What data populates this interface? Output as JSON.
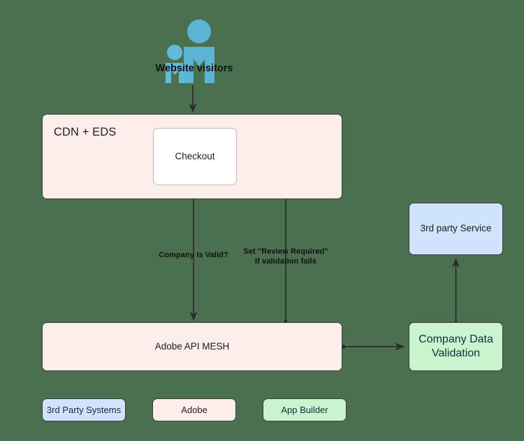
{
  "diagram": {
    "title": "Checkout company validation architecture",
    "background_color": "#4a7050",
    "actor": {
      "icon": "website-visitors-people-icon",
      "caption_line1": "Website",
      "caption_line2": "visitors",
      "icon_color": "#5bb4d6"
    },
    "groups": [
      {
        "id": "cdn",
        "label": "CDN + EDS",
        "fill": "#fdeeeb",
        "stroke": "#3b3b3b"
      }
    ],
    "nodes": [
      {
        "id": "checkout",
        "label": "Checkout",
        "fill": "#ffffff",
        "stroke": "#c8b6b2",
        "group": "cdn"
      },
      {
        "id": "mesh",
        "label": "Adobe API MESH",
        "fill": "#fdeeeb",
        "stroke": "#3b3b3b"
      },
      {
        "id": "third_party_service",
        "label": "3rd party Service",
        "fill": "#d0e3fc",
        "stroke": "#3b3b3b"
      },
      {
        "id": "company_data_validation",
        "label_line1": "Company Data",
        "label_line2": "Validation",
        "fill": "#c8f5cd",
        "stroke": "#3b3b3b"
      }
    ],
    "edges": [
      {
        "id": "visitors-to-cdn",
        "from": "visitors",
        "to": "cdn",
        "label": "",
        "direction": "down"
      },
      {
        "id": "checkout-mesh-validate",
        "from": "checkout",
        "to": "mesh",
        "label": "Company Is Valid?",
        "direction": "both"
      },
      {
        "id": "mesh-checkout-review",
        "from": "mesh",
        "to": "checkout",
        "label_line1": "Set \"Review Required\"",
        "label_line2": "If validation fails",
        "direction": "up-left"
      },
      {
        "id": "mesh-cdv",
        "from": "mesh",
        "to": "company_data_validation",
        "label": "",
        "direction": "both"
      },
      {
        "id": "cdv-3rdsvc",
        "from": "company_data_validation",
        "to": "third_party_service",
        "label": "",
        "direction": "both"
      }
    ],
    "legend": [
      {
        "id": "legend-3rd-party",
        "label": "3rd Party Systems",
        "fill": "#d0e3fc"
      },
      {
        "id": "legend-adobe",
        "label": "Adobe",
        "fill": "#fdeeeb"
      },
      {
        "id": "legend-app-builder",
        "label": "App Builder",
        "fill": "#c8f5cd"
      }
    ]
  }
}
